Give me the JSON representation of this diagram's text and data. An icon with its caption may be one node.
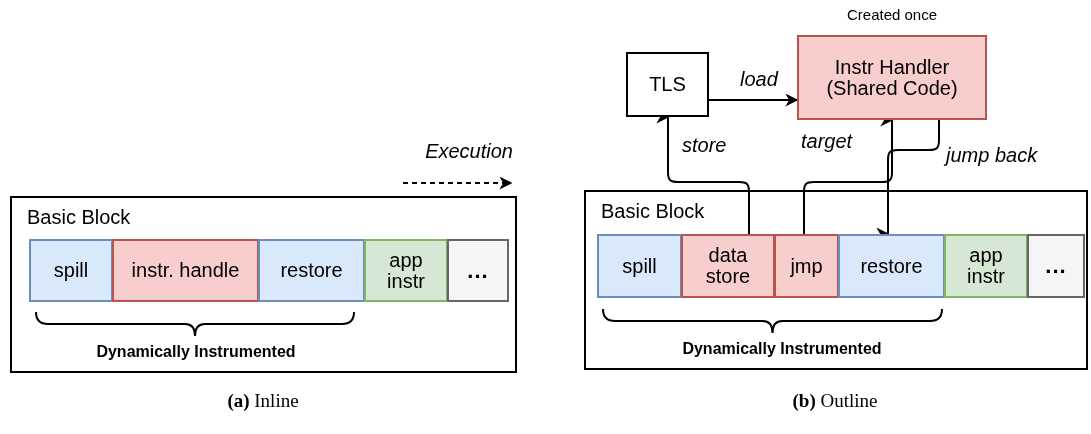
{
  "diagram": {
    "nodes": [
      {
        "text": [
          "Basic Block"
        ]
      },
      {
        "text": [
          "spill"
        ],
        "in": 0
      },
      {
        "text": [
          "instr. handle"
        ],
        "in": 0
      },
      {
        "text": [
          "restore"
        ],
        "in": 0
      },
      {
        "text": [
          "app instr"
        ],
        "in": 0
      },
      {
        "text": [
          "..."
        ],
        "in": 0
      },
      {
        "text": [
          "Basic Block"
        ]
      },
      {
        "text": [
          "spill"
        ],
        "in": 6
      },
      {
        "text": [
          "data store"
        ],
        "in": 6
      },
      {
        "text": [
          "jmp"
        ],
        "in": 6
      },
      {
        "text": [
          "restore"
        ],
        "in": 6
      },
      {
        "text": [
          "app instr"
        ],
        "in": 6
      },
      {
        "text": [
          "..."
        ],
        "in": 6
      },
      {
        "text": [
          "TLS"
        ]
      },
      {
        "text": [
          "Instr Handler (Shared Code)"
        ],
        "beside": [
          "Created once"
        ]
      }
    ],
    "edges": [
      {
        "from": 13,
        "to": 14,
        "arrow": "to",
        "label": "load"
      },
      {
        "from": 8,
        "to": 13,
        "arrow": "to",
        "label": "store"
      },
      {
        "from": 9,
        "to": 14,
        "arrow": "to",
        "label": "target"
      },
      {
        "from": 14,
        "to": 10,
        "arrow": "to",
        "label": "jump back"
      }
    ],
    "labels": [
      "Execution",
      "Dynamically Instrumented",
      "Dynamically Instrumented",
      "**(a)** Inline",
      "**(b)** Outline"
    ]
  }
}
